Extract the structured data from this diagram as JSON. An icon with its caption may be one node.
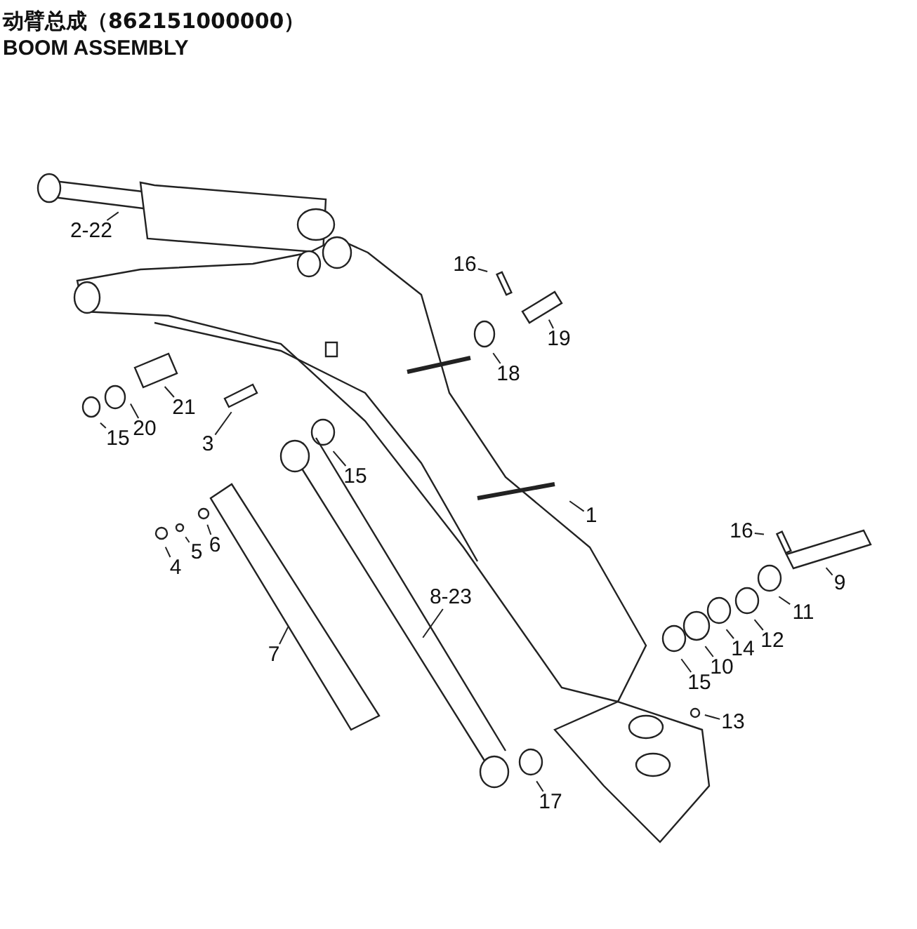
{
  "diagram": {
    "title": "动臂总成（862151000000）",
    "nodes": [
      {
        "text": [
          "2-22"
        ]
      },
      {
        "text": [
          "16"
        ]
      },
      {
        "text": [
          "19"
        ]
      },
      {
        "text": [
          "18"
        ]
      },
      {
        "text": [
          "21"
        ]
      },
      {
        "text": [
          "20"
        ]
      },
      {
        "text": [
          "15"
        ]
      },
      {
        "text": [
          "3"
        ]
      },
      {
        "text": [
          "15"
        ]
      },
      {
        "text": [
          "1"
        ]
      },
      {
        "text": [
          "16"
        ]
      },
      {
        "text": [
          "9"
        ]
      },
      {
        "text": [
          "11"
        ]
      },
      {
        "text": [
          "12"
        ]
      },
      {
        "text": [
          "14"
        ]
      },
      {
        "text": [
          "10"
        ]
      },
      {
        "text": [
          "15"
        ]
      },
      {
        "text": [
          "13"
        ]
      },
      {
        "text": [
          "17"
        ]
      },
      {
        "text": [
          "8-23"
        ]
      },
      {
        "text": [
          "7"
        ]
      },
      {
        "text": [
          "4"
        ]
      },
      {
        "text": [
          "5"
        ]
      },
      {
        "text": [
          "6"
        ]
      }
    ],
    "edges": [
      {
        "from": 0,
        "to": null,
        "arrow": "none"
      },
      {
        "from": 1,
        "to": null,
        "arrow": "none"
      },
      {
        "from": 2,
        "to": null,
        "arrow": "none"
      },
      {
        "from": 3,
        "to": null,
        "arrow": "none"
      },
      {
        "from": 4,
        "to": null,
        "arrow": "none"
      },
      {
        "from": 5,
        "to": null,
        "arrow": "none"
      },
      {
        "from": 6,
        "to": null,
        "arrow": "none"
      },
      {
        "from": 7,
        "to": null,
        "arrow": "none"
      },
      {
        "from": 8,
        "to": null,
        "arrow": "none"
      },
      {
        "from": 9,
        "to": null,
        "arrow": "none"
      },
      {
        "from": 10,
        "to": null,
        "arrow": "none"
      },
      {
        "from": 11,
        "to": null,
        "arrow": "none"
      },
      {
        "from": 12,
        "to": null,
        "arrow": "none"
      },
      {
        "from": 13,
        "to": null,
        "arrow": "none"
      },
      {
        "from": 14,
        "to": null,
        "arrow": "none"
      },
      {
        "from": 15,
        "to": null,
        "arrow": "none"
      },
      {
        "from": 16,
        "to": null,
        "arrow": "none"
      },
      {
        "from": 17,
        "to": null,
        "arrow": "none"
      },
      {
        "from": 18,
        "to": null,
        "arrow": "none"
      },
      {
        "from": 19,
        "to": null,
        "arrow": "none"
      },
      {
        "from": 20,
        "to": null,
        "arrow": "none"
      },
      {
        "from": 21,
        "to": null,
        "arrow": "none"
      },
      {
        "from": 22,
        "to": null,
        "arrow": "none"
      },
      {
        "from": 23,
        "to": null,
        "arrow": "none"
      }
    ],
    "labels": [
      "BOOM ASSEMBLY"
    ]
  }
}
